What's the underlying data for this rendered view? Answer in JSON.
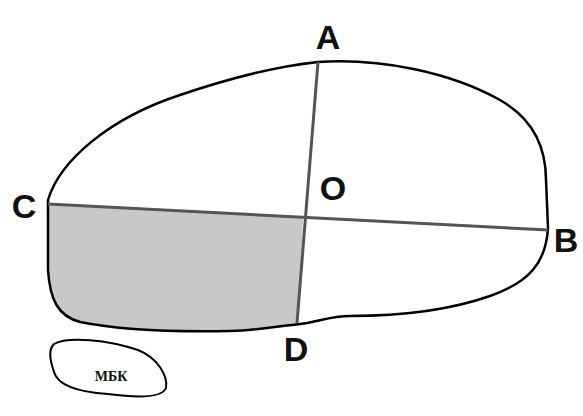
{
  "diagram": {
    "nodes": [
      {
        "text": [
          "МБК"
        ]
      }
    ],
    "labels": [
      "A",
      "C",
      "O",
      "B",
      "D"
    ]
  }
}
